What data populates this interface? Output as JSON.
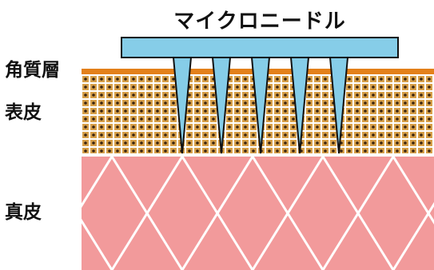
{
  "title": "マイクロニードル",
  "layers": {
    "stratum_corneum": "角質層",
    "epidermis": "表皮",
    "dermis": "真皮"
  },
  "colors": {
    "stratum_corneum": "#e3801a",
    "epidermis_fill": "#d7a04a",
    "epidermis_grid": "#ffffff",
    "epidermis_dot": "#3a2410",
    "dermis_fill": "#f29a9b",
    "dermis_lines": "#ffffff",
    "needle_fill": "#86cde8",
    "needle_stroke": "#111111"
  },
  "icons": {
    "needle_patch": "microneedle-array-icon"
  },
  "needle_count": 5
}
